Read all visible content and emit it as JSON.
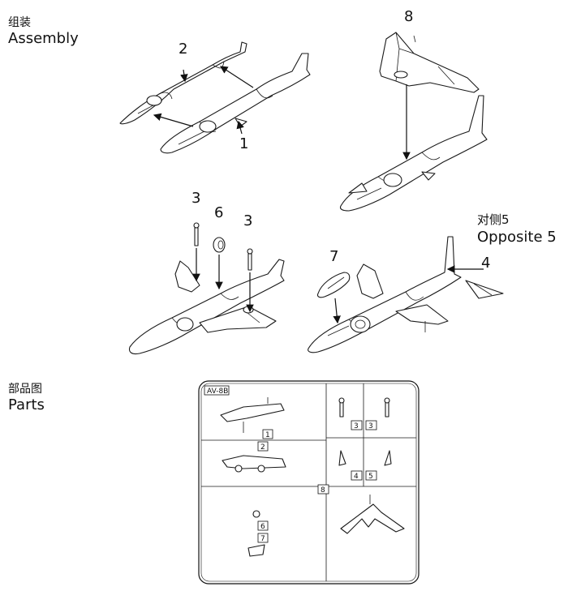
{
  "sections": {
    "assembly": {
      "zh": "组装",
      "en": "Assembly"
    },
    "parts": {
      "zh": "部品图",
      "en": "Parts"
    }
  },
  "note": {
    "zh": "对侧5",
    "en": "Opposite 5"
  },
  "callouts": {
    "c1": "1",
    "c2": "2",
    "c3a": "3",
    "c3b": "3",
    "c4": "4",
    "c6": "6",
    "c7": "7",
    "c8": "8"
  },
  "sprue": {
    "tag": "AV-8B",
    "labels": {
      "p1": "1",
      "p2": "2",
      "p3a": "3",
      "p3b": "3",
      "p4": "4",
      "p5": "5",
      "p6": "6",
      "p7": "7",
      "p8": "8"
    }
  }
}
